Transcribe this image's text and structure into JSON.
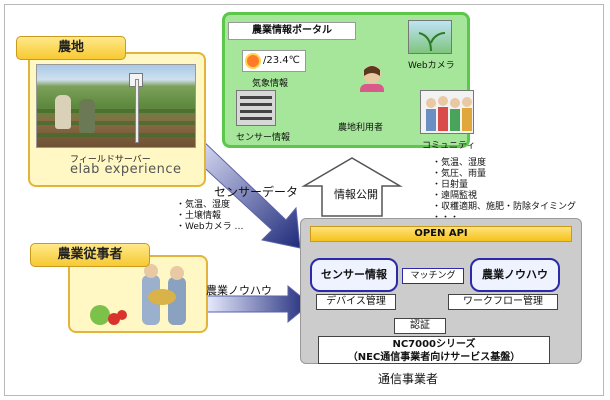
{
  "farm": {
    "tag": "農地",
    "field_server_small": "フィールドサーバー",
    "field_server_big": "elab experience"
  },
  "sensor_data": {
    "title": "センサーデータ",
    "items": [
      "・気温、湿度",
      "・土壌情報",
      "・Webカメラ …"
    ]
  },
  "worker": {
    "tag": "農業従事者"
  },
  "knowhow_label": "農業ノウハウ",
  "portal": {
    "title": "農業情報ポータル",
    "weather_value": "/23.4℃",
    "weather_label": "気象情報",
    "webcam_label": "Webカメラ",
    "sensor_label": "センサー情報",
    "user_label": "農地利用者",
    "community_label": "コミュニティ"
  },
  "portal_list": [
    "・気温、湿度",
    "・気圧、雨量",
    "・日射量",
    "・遠隔監視",
    "・収穫適期、施肥・防除タイミング",
    "・・・"
  ],
  "info_publish": "情報公開",
  "nec": {
    "open_api": "OPEN API",
    "sensor_info": "センサー情報",
    "matching": "マッチング",
    "know_how": "農業ノウハウ",
    "device_mgmt": "デバイス管理",
    "workflow": "ワークフロー管理",
    "auth": "認証",
    "nc_line1": "NC7000シリーズ",
    "nc_line2": "（NEC通信事業者向けサービス基盤）",
    "carrier": "通信事業者"
  },
  "colors": {
    "tag_yellow": "#f7c933",
    "portal_green": "#a6e69a",
    "arrow_navy": "#1f2a7a",
    "cylinder_border": "#2b2aa8"
  }
}
